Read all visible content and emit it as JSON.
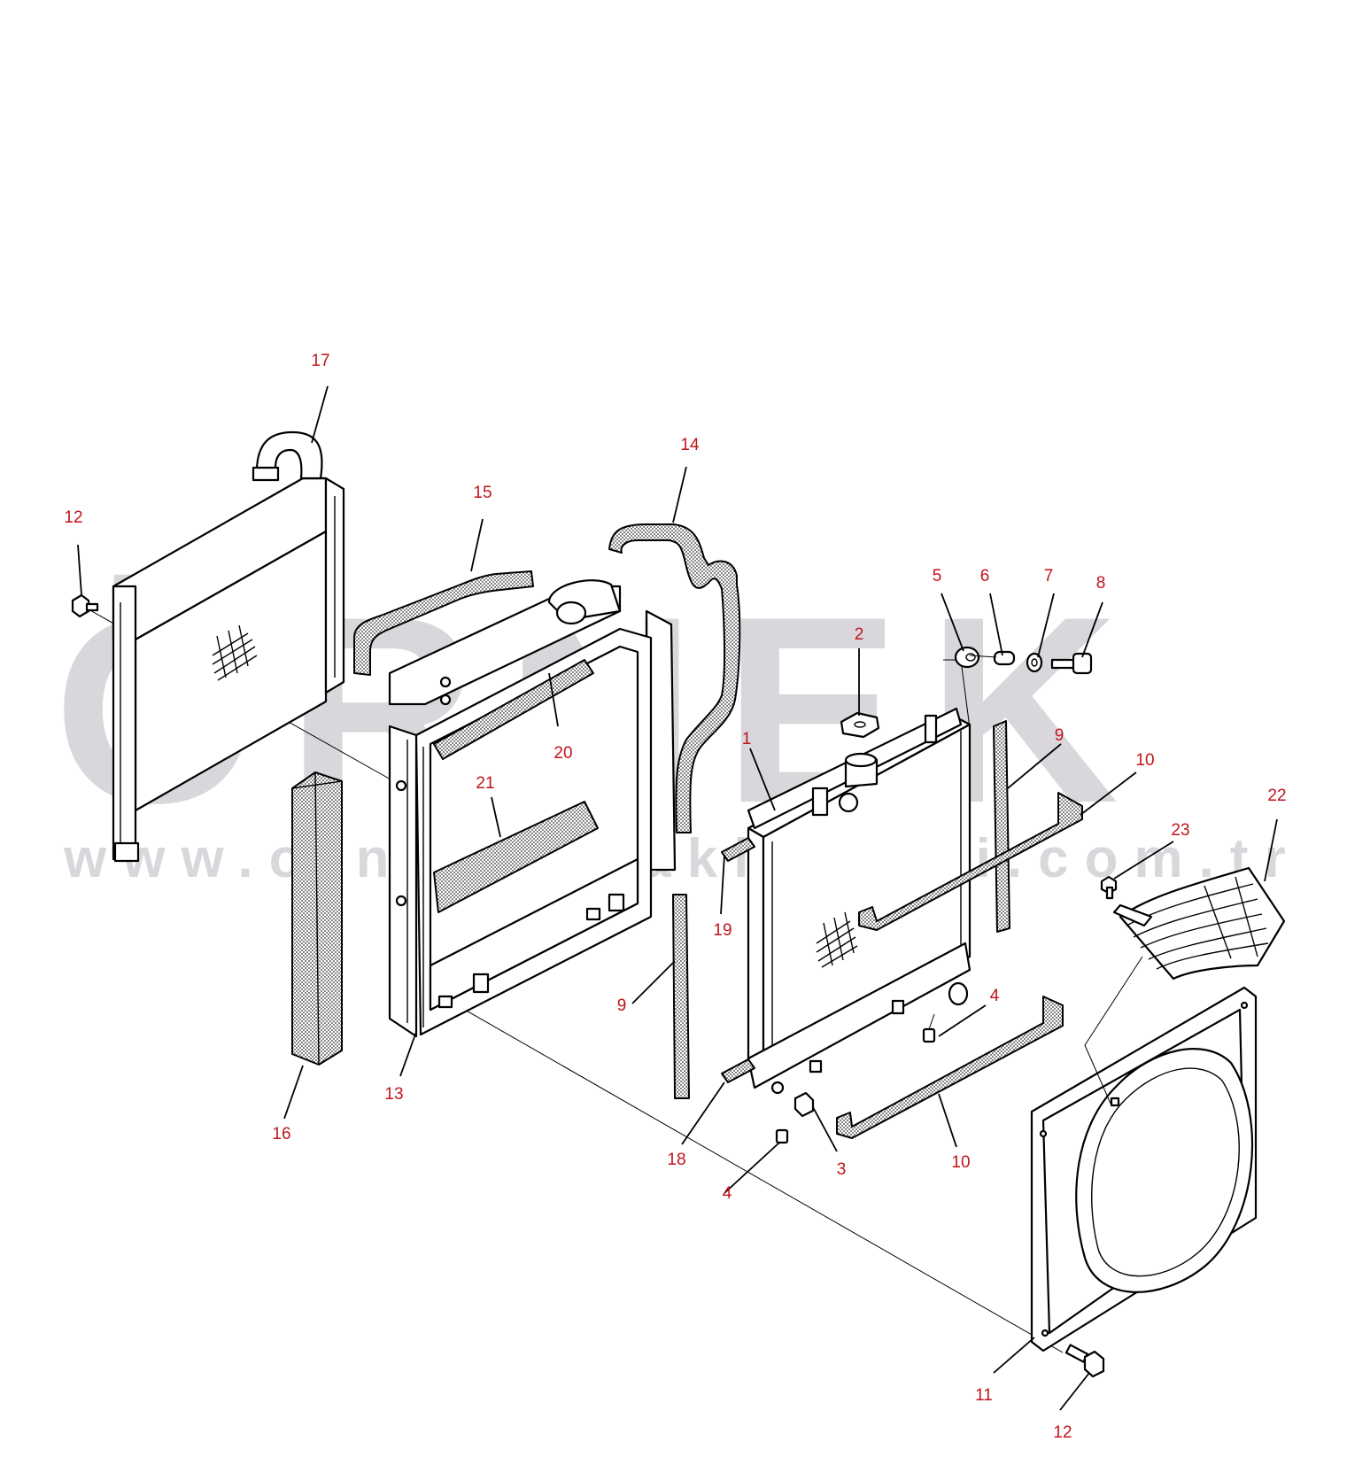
{
  "watermark": {
    "text": "ÖRNEK",
    "url": "www.ornekismakinalari.com.tr",
    "color": "#d9d7db",
    "accent": "#f6e08a"
  },
  "callout_color": "#c0141c",
  "callouts": [
    {
      "id": "c17",
      "label": "17"
    },
    {
      "id": "c12a",
      "label": "12"
    },
    {
      "id": "c15",
      "label": "15"
    },
    {
      "id": "c14",
      "label": "14"
    },
    {
      "id": "c5",
      "label": "5"
    },
    {
      "id": "c6",
      "label": "6"
    },
    {
      "id": "c7",
      "label": "7"
    },
    {
      "id": "c8",
      "label": "8"
    },
    {
      "id": "c2",
      "label": "2"
    },
    {
      "id": "c1",
      "label": "1"
    },
    {
      "id": "c9a",
      "label": "9"
    },
    {
      "id": "c10a",
      "label": "10"
    },
    {
      "id": "c20",
      "label": "20"
    },
    {
      "id": "c21",
      "label": "21"
    },
    {
      "id": "c22",
      "label": "22"
    },
    {
      "id": "c23",
      "label": "23"
    },
    {
      "id": "c19",
      "label": "19"
    },
    {
      "id": "c4a",
      "label": "4"
    },
    {
      "id": "c9b",
      "label": "9"
    },
    {
      "id": "c13",
      "label": "13"
    },
    {
      "id": "c16",
      "label": "16"
    },
    {
      "id": "c18",
      "label": "18"
    },
    {
      "id": "c3",
      "label": "3"
    },
    {
      "id": "c10b",
      "label": "10"
    },
    {
      "id": "c4b",
      "label": "4"
    },
    {
      "id": "c11",
      "label": "11"
    },
    {
      "id": "c12b",
      "label": "12"
    }
  ]
}
